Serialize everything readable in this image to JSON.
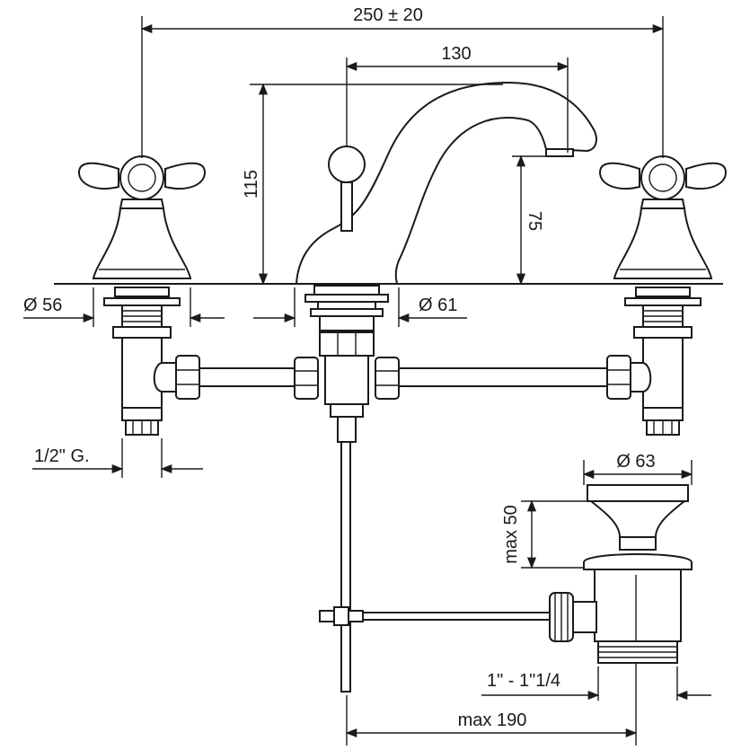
{
  "dimensions": {
    "overall_width": "250 ± 20",
    "spout_reach": "130",
    "spout_height": "115",
    "spout_outlet_height": "75",
    "handle_base_diameter": "Ø 56",
    "spout_base_diameter": "Ø 61",
    "inlet_thread": "1/2\" G.",
    "drain_head_diameter": "Ø 63",
    "drain_max_height": "max 50",
    "drain_thread": "1\" - 1\"1/4",
    "drain_rod_max_length": "max 190"
  }
}
